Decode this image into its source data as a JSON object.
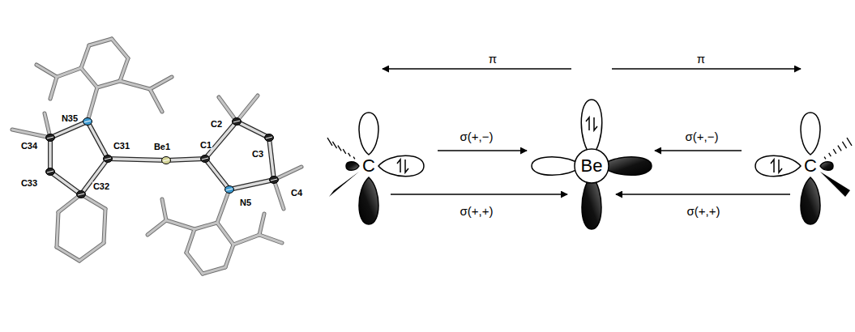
{
  "diagram": {
    "nodes": [
      {
        "text": [
          "Be"
        ]
      }
    ],
    "labels": [
      "N35",
      "C34",
      "C33",
      "C32",
      "C31",
      "Be1",
      "C1",
      "C2",
      "C3",
      "C4",
      "N5",
      "π",
      "π",
      "σ(+,−)",
      "σ(+,−)",
      "σ(+,+)",
      "σ(+,+)",
      "C",
      "C"
    ]
  }
}
